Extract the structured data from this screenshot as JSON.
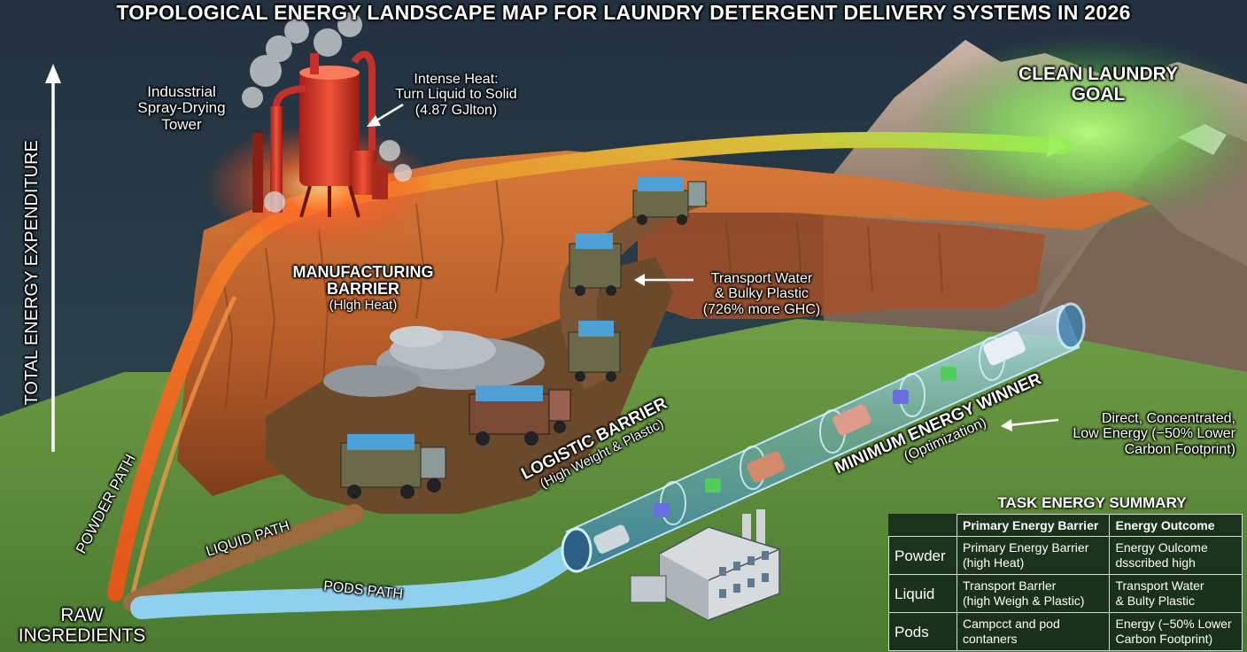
{
  "title": "TOPOLOGICAL ENERGY LANDSCAPE MAP FOR LAUNDRY DETERGENT DELIVERY SYSTEMS IN 2026",
  "y_axis_label": "TOTAL ENERGY EXPENDITURE",
  "goal": {
    "line1": "CLEAN LAUNDRY",
    "line2": "GOAL"
  },
  "tower": {
    "line1": "Indusstrial",
    "line2": "Spray-Drying",
    "line3": "Tower"
  },
  "heat_note": {
    "line1": "Intense Heat:",
    "line2": "Turn Liquid to Solid",
    "line3": "(4.87 GJlton)"
  },
  "manufacturing_barrier": {
    "line1": "MANUFACTURING",
    "line2": "BARRIER",
    "line3": "(Hlgh Heat)"
  },
  "transport_note": {
    "line1": "Transport Water",
    "line2": "& Bulky Plastic",
    "line3": "(726% more GHC)"
  },
  "logistic_barrier": {
    "line1": "LOGISTIC BARRIER",
    "line2": "(High Weight & Plastic)"
  },
  "winner": {
    "line1": "MINIMUM ENERGY WINNER",
    "line2": "(Optimization)"
  },
  "direct_note": {
    "line1": "Direct, Concentrated,",
    "line2": "Low Energy (−50% Lower",
    "line3": "Carbon Footprint)"
  },
  "paths": {
    "powder": "POWDER PATH",
    "liquid": "LIQUID PATH",
    "pods": "PODS PATH"
  },
  "raw": {
    "line1": "RAW",
    "line2": "INGREDIENTS"
  },
  "summary": {
    "title": "TASK ENERGY SUMMARY",
    "headers": [
      "Primary Energy Barrier",
      "Energy Outcome"
    ],
    "rows": [
      {
        "name": "Powder",
        "barrier": [
          "Primary Energy Barrier",
          "(high Heat)"
        ],
        "outcome": [
          "Energy Oulcome",
          "dsscribed high"
        ]
      },
      {
        "name": "Liquid",
        "barrier": [
          "Transport Barrler",
          "(high Weigh & Plastic)"
        ],
        "outcome": [
          "Transport Water",
          "& Bulty Plastic"
        ]
      },
      {
        "name": "Pods",
        "barrier": [
          "Campcct and pod",
          "contaners"
        ],
        "outcome": [
          "Energy (−50% Lower",
          "Carbon Footprint)"
        ]
      }
    ]
  },
  "colors": {
    "sky": "#26333f",
    "canyon": "#c8662e",
    "mud": "#6b4a2c",
    "grass": "#5f8f3a",
    "heat_path": "#f06a1a",
    "liquid_path": "#9a6b3f",
    "pods_path": "#8fd0ee",
    "tube": "#7fc6f0",
    "goal_glow": "#7cf05a",
    "tower": "#e0402a"
  }
}
